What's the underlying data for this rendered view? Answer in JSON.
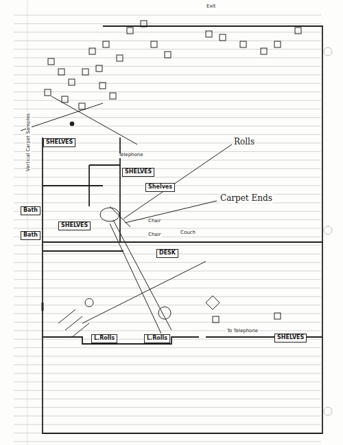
{
  "diagram": {
    "nodes": [
      {
        "text": [
          "SHELVES"
        ]
      },
      {
        "text": [
          "SHELVES"
        ]
      },
      {
        "text": [
          "Shelves"
        ]
      },
      {
        "text": [
          "Bath"
        ]
      },
      {
        "text": [
          "Bath"
        ]
      },
      {
        "text": [
          "SHELVES"
        ]
      },
      {
        "text": [
          "DESK"
        ]
      },
      {
        "text": [
          "SHELVES"
        ]
      },
      {
        "text": [
          "L.Rolls"
        ]
      },
      {
        "text": [
          "L.Rolls"
        ]
      }
    ],
    "labels": [
      "Rolls",
      "Carpet Ends",
      "Telephone",
      "To Telephone",
      "Vertical Carpet Samples",
      "Chair",
      "Chair",
      "Couch",
      "Exit"
    ]
  }
}
